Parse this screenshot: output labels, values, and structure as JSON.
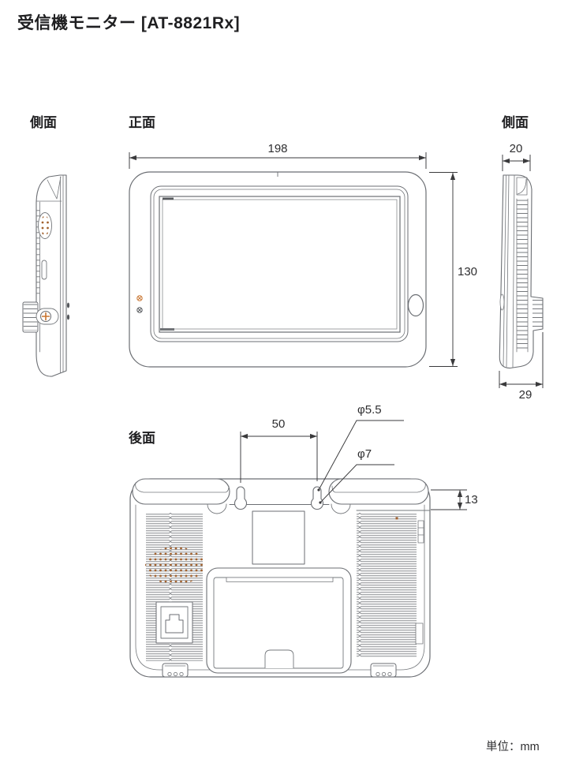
{
  "header": {
    "title": "受信機モニター [AT-8821Rx]"
  },
  "views": {
    "side_left_label": "側面",
    "front_label": "正面",
    "side_right_label": "側面",
    "rear_label": "後面"
  },
  "dimensions": {
    "front_width_mm": "198",
    "front_height_mm": "130",
    "side_top_depth_mm": "20",
    "side_bottom_depth_mm": "29",
    "rear_hole_pitch_mm": "50",
    "rear_keyhole_slot_dia": "φ5.5",
    "rear_keyhole_hole_dia": "φ7",
    "rear_bracket_height_mm": "13"
  },
  "footer": {
    "unit_label": "単位：mm"
  },
  "colors": {
    "outline": "#6b6e73",
    "dimension_line": "#3a3a3c",
    "accent_orange": "#b96a32",
    "text": "#1f1f21"
  }
}
